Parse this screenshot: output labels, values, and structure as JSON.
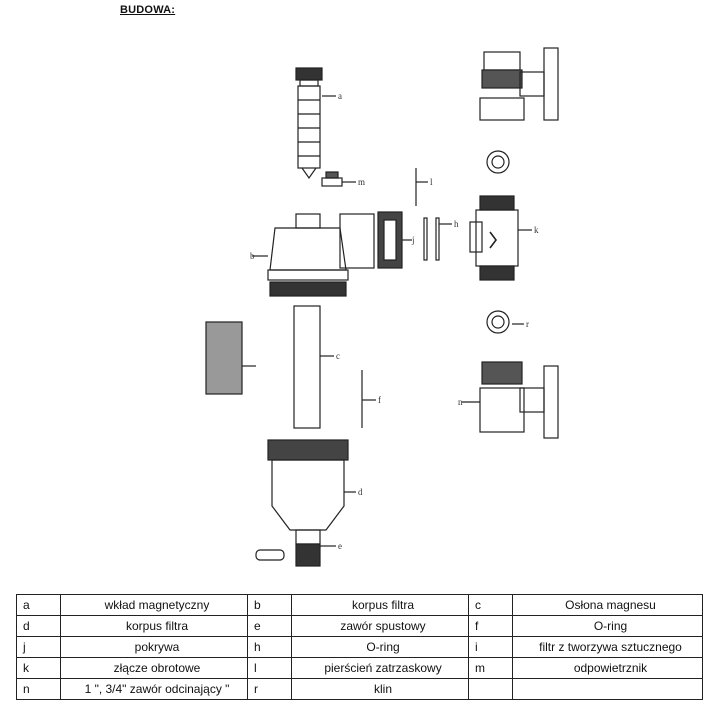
{
  "heading": "BUDOWA:",
  "labels": [
    "a",
    "m",
    "l",
    "j",
    "h",
    "k",
    "b",
    "r",
    "c",
    "f",
    "n",
    "d",
    "e"
  ],
  "legend_rows": [
    [
      {
        "key": "a",
        "value": "wkład magnetyczny"
      },
      {
        "key": "b",
        "value": "korpus filtra"
      },
      {
        "key": "c",
        "value": "Osłona magnesu"
      }
    ],
    [
      {
        "key": "d",
        "value": "korpus filtra"
      },
      {
        "key": "e",
        "value": "zawór spustowy"
      },
      {
        "key": "f",
        "value": "O-ring"
      }
    ],
    [
      {
        "key": "j",
        "value": "pokrywa"
      },
      {
        "key": "h",
        "value": "O-ring"
      },
      {
        "key": "i",
        "value": "filtr z tworzywa sztucznego"
      }
    ],
    [
      {
        "key": "k",
        "value": "złącze obrotowe"
      },
      {
        "key": "l",
        "value": "pierścień zatrzaskowy"
      },
      {
        "key": "m",
        "value": "odpowietrznik"
      }
    ],
    [
      {
        "key": "n",
        "value": "1 \", 3/4\" zawór odcinający \""
      },
      {
        "key": "r",
        "value": "klin"
      },
      {
        "key": "",
        "value": ""
      }
    ]
  ]
}
